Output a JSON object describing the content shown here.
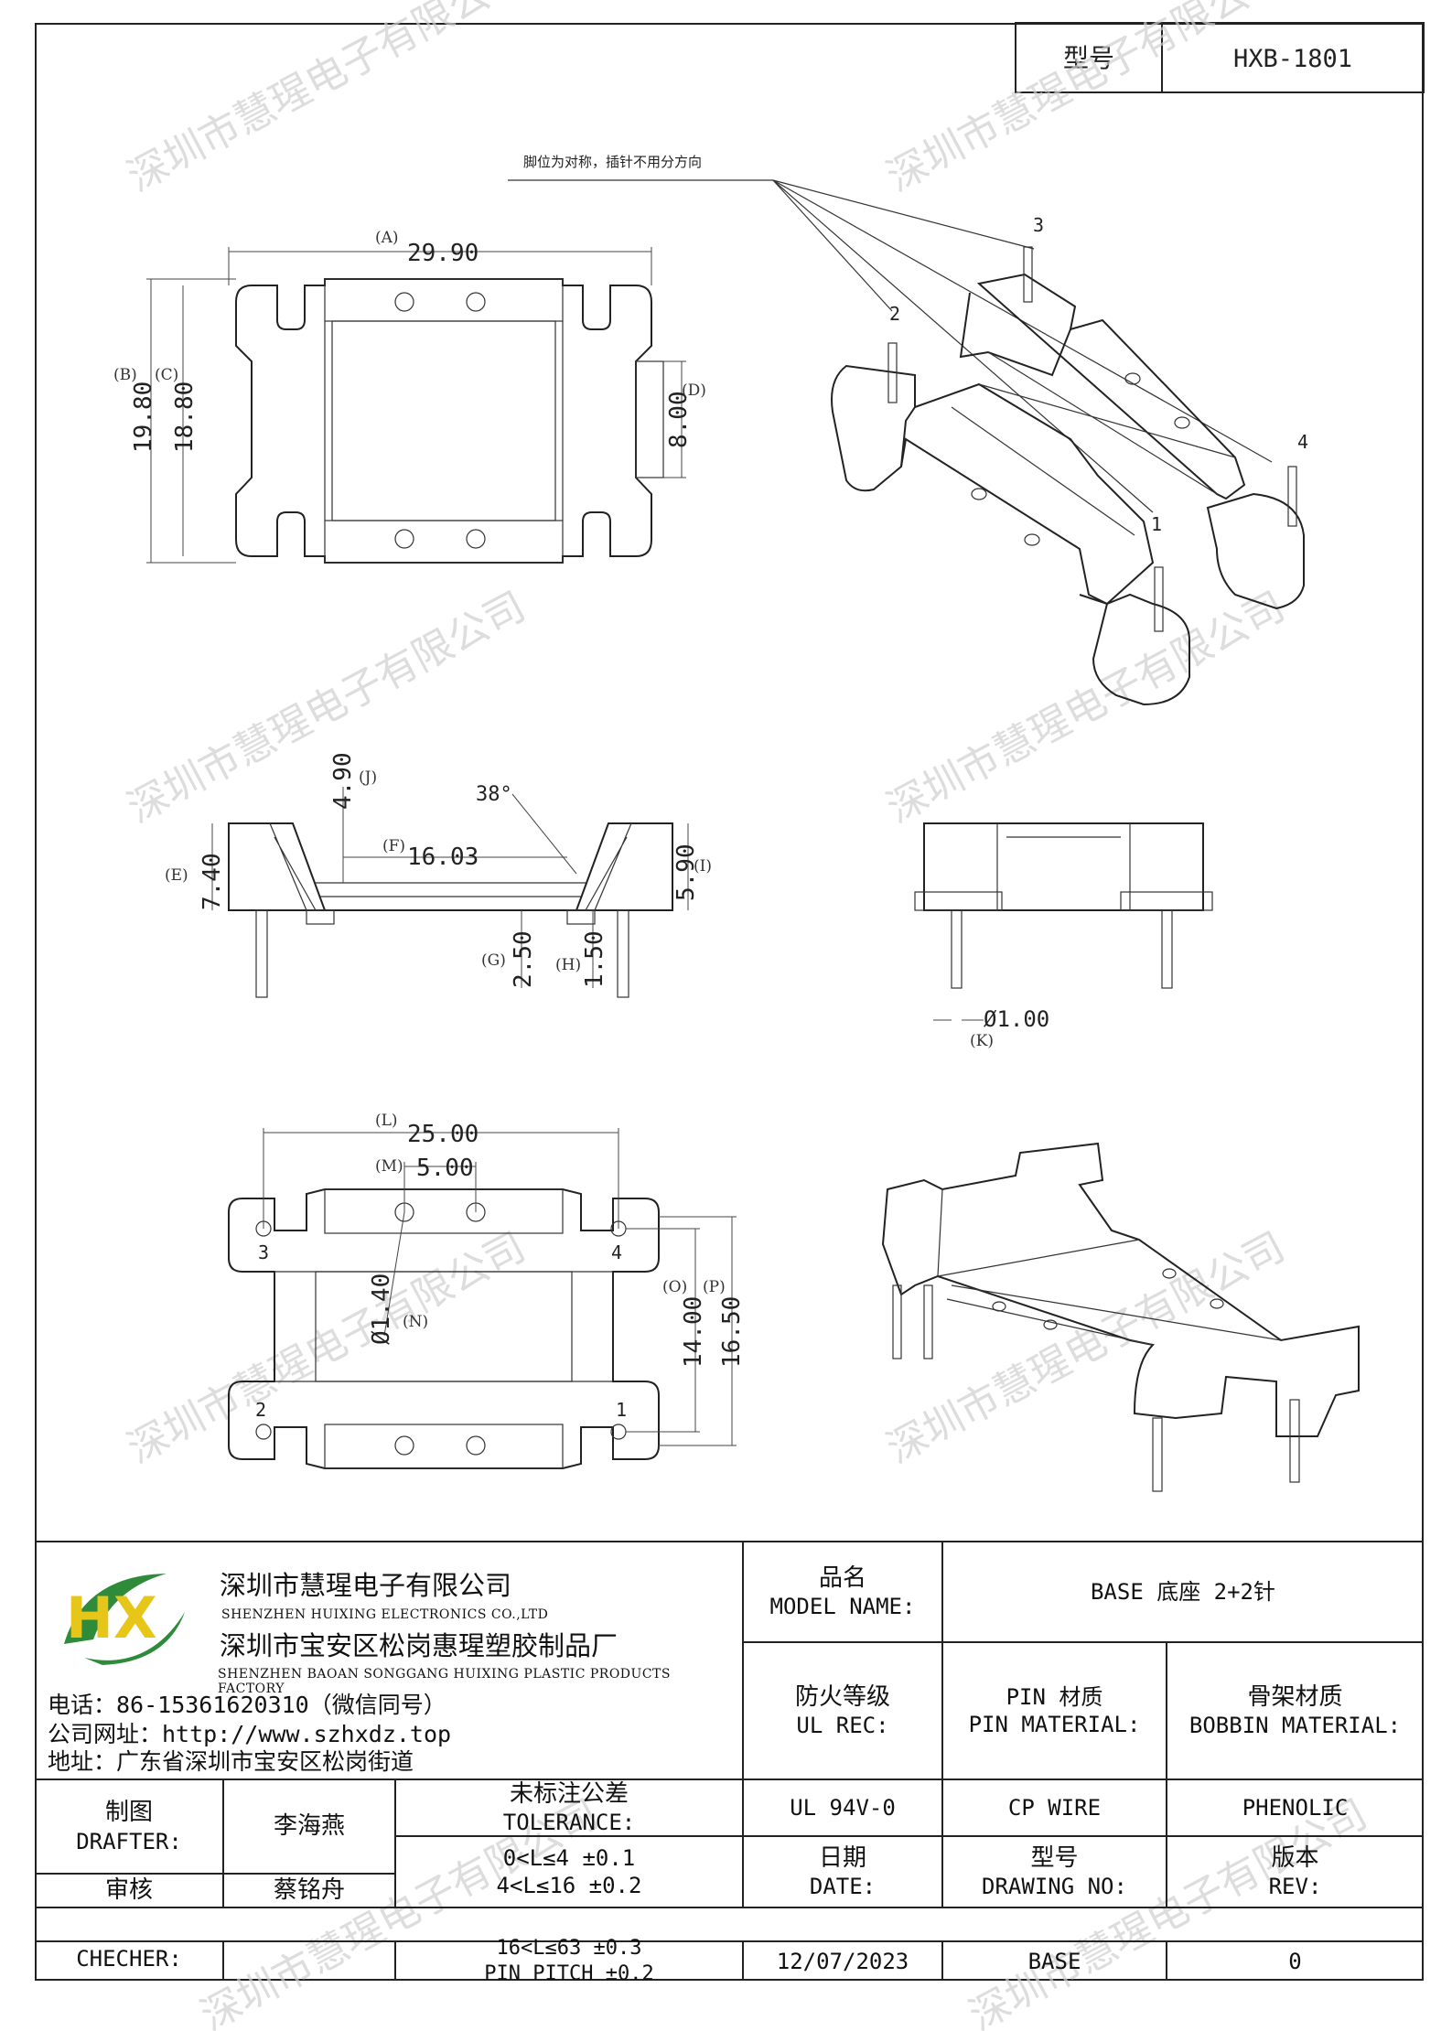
{
  "header": {
    "model_label": "型号",
    "model_value": "HXB-1801"
  },
  "note": "脚位为对称，插针不用分方向",
  "dimensions": {
    "A": "29.90",
    "A_label": "(A)",
    "B": "19.80",
    "B_label": "(B)",
    "C": "18.80",
    "C_label": "(C)",
    "D": "8.00",
    "D_label": "(D)",
    "E": "7.40",
    "E_label": "(E)",
    "F": "16.03",
    "F_label": "(F)",
    "G": "2.50",
    "G_label": "(G)",
    "H": "1.50",
    "H_label": "(H)",
    "I": "5.90",
    "I_label": "(I)",
    "J": "4.90",
    "J_label": "(J)",
    "angle": "38°",
    "K": "Ø1.00",
    "K_label": "(K)",
    "L": "25.00",
    "L_label": "(L)",
    "M": "5.00",
    "M_label": "(M)",
    "N": "Ø1.40",
    "N_label": "(N)",
    "O": "14.00",
    "O_label": "(O)",
    "P": "16.50",
    "P_label": "(P)"
  },
  "pins": {
    "p1": "1",
    "p2": "2",
    "p3": "3",
    "p4": "4"
  },
  "watermark": "深圳市慧瑆电子有限公司",
  "company": {
    "logo_letters": "HX",
    "name_cn": "深圳市慧瑆电子有限公司",
    "name_en": "SHENZHEN HUIXING ELECTRONICS CO.,LTD",
    "factory_cn": "深圳市宝安区松岗惠瑆塑胶制品厂",
    "factory_en": "SHENZHEN BAOAN SONGGANG HUIXING PLASTIC PRODUCTS FACTORY",
    "phone": "电话：86-15361620310（微信同号）",
    "website": "公司网址：http://www.szhxdz.top",
    "address": "地址：广东省深圳市宝安区松岗街道"
  },
  "title_block": {
    "model_name_cn": "品名",
    "model_name_en": "MODEL NAME:",
    "model_name_value": "BASE 底座 2+2针",
    "ul_cn": "防火等级",
    "ul_en": "UL REC:",
    "pin_cn": "PIN 材质",
    "pin_en": "PIN MATERIAL:",
    "bobbin_cn": "骨架材质",
    "bobbin_en": "BOBBIN MATERIAL:",
    "ul_value": "UL 94V-0",
    "pin_value": "CP WIRE",
    "bobbin_value": "PHENOLIC",
    "drafter_cn": "制图",
    "drafter_en": "DRAFTER:",
    "drafter_name": "李海燕",
    "tolerance_cn": "未标注公差",
    "tolerance_en": "TOLERANCE:",
    "tol1": "0<L≤4  ±0.1",
    "tol2": "4<L≤16 ±0.2",
    "tol3": "16<L≤63 ±0.3",
    "tol4": "PIN PITCH ±0.2",
    "checker_cn": "审核",
    "checker_name": "蔡铭舟",
    "checker_en": "CHECHER:",
    "date_cn": "日期",
    "date_en": "DATE:",
    "date_value": "12/07/2023",
    "drawing_cn": "型号",
    "drawing_en": "DRAWING NO:",
    "drawing_value": "BASE",
    "rev_cn": "版本",
    "rev_en": "REV:",
    "rev_value": "0"
  }
}
